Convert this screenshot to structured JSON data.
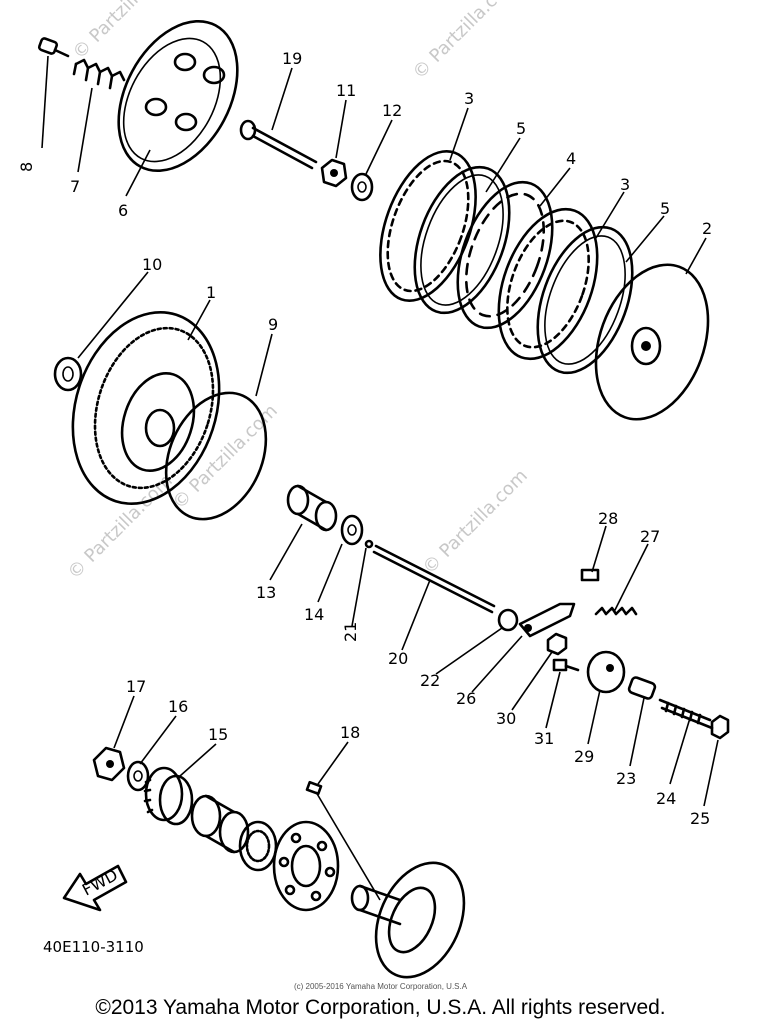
{
  "callouts": [
    {
      "id": "8",
      "label": "8"
    },
    {
      "id": "7",
      "label": "7"
    },
    {
      "id": "6",
      "label": "6"
    },
    {
      "id": "19",
      "label": "19"
    },
    {
      "id": "11",
      "label": "11"
    },
    {
      "id": "12",
      "label": "12"
    },
    {
      "id": "3a",
      "label": "3"
    },
    {
      "id": "5a",
      "label": "5"
    },
    {
      "id": "4",
      "label": "4"
    },
    {
      "id": "3b",
      "label": "3"
    },
    {
      "id": "5b",
      "label": "5"
    },
    {
      "id": "2",
      "label": "2"
    },
    {
      "id": "10",
      "label": "10"
    },
    {
      "id": "1",
      "label": "1"
    },
    {
      "id": "9",
      "label": "9"
    },
    {
      "id": "28",
      "label": "28"
    },
    {
      "id": "27",
      "label": "27"
    },
    {
      "id": "13",
      "label": "13"
    },
    {
      "id": "14",
      "label": "14"
    },
    {
      "id": "21",
      "label": "21"
    },
    {
      "id": "20",
      "label": "20"
    },
    {
      "id": "22",
      "label": "22"
    },
    {
      "id": "26",
      "label": "26"
    },
    {
      "id": "30",
      "label": "30"
    },
    {
      "id": "31",
      "label": "31"
    },
    {
      "id": "29",
      "label": "29"
    },
    {
      "id": "23",
      "label": "23"
    },
    {
      "id": "24",
      "label": "24"
    },
    {
      "id": "25",
      "label": "25"
    },
    {
      "id": "17",
      "label": "17"
    },
    {
      "id": "16",
      "label": "16"
    },
    {
      "id": "15",
      "label": "15"
    },
    {
      "id": "18",
      "label": "18"
    }
  ],
  "fwd_label": "FWD",
  "diagram_code": "40E110-3110",
  "watermarks": {
    "partzilla_1": "© Partzilla.com",
    "partzilla_2": "© Partzilla.com",
    "partzilla_3": "© Partzilla.com",
    "partzilla_4": "© Partzilla.com",
    "partzilla_5": "© Partzilla.com"
  },
  "small_copyright": "(c) 2005-2016 Yamaha Motor Corporation, U.S.A",
  "footer_copyright": "©2013 Yamaha Motor Corporation, U.S.A. All rights reserved."
}
